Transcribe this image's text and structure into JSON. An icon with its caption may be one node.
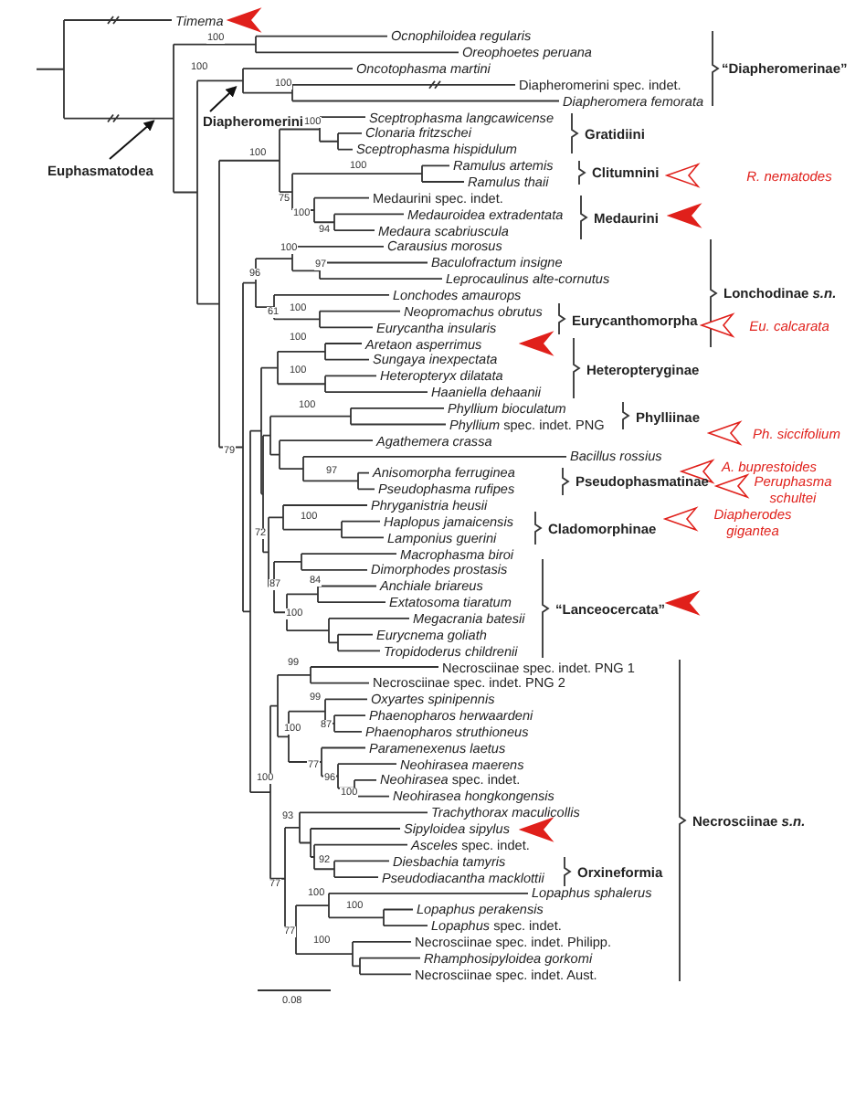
{
  "diagram": {
    "nodes": [
      {
        "text": [
          "Euphasmatodea"
        ]
      },
      {
        "text": [
          "Diapheromerini"
        ]
      }
    ],
    "edges": [
      {
        "from": 0,
        "to": null,
        "arrow": "to"
      },
      {
        "from": 1,
        "to": null,
        "arrow": "to"
      }
    ],
    "labels": [
      "Timema",
      "Ocnophiloidea regularis",
      "Oreophoetes peruana",
      "Oncotophasma martini",
      "Diapheromerini spec. indet.",
      "Diapheromera femorata",
      "Sceptrophasma langcawicense",
      "Clonaria fritzschei",
      "Sceptrophasma hispidulum",
      "Ramulus artemis",
      "Ramulus thaii",
      "Medaurini spec. indet.",
      "Medauroidea extradentata",
      "Medaura scabriuscula",
      "Carausius morosus",
      "Baculofractum insigne",
      "Leprocaulinus alte-cornutus",
      "Lonchodes amaurops",
      "Neopromachus obrutus",
      "Eurycantha insularis",
      "Aretaon asperrimus",
      "Sungaya inexpectata",
      "Heteropteryx dilatata",
      "Haaniella dehaanii",
      "Phyllium bioculatum",
      "*Phyllium* spec. indet. PNG",
      "Agathemera crassa",
      "Bacillus rossius",
      "Anisomorpha ferruginea",
      "Pseudophasma rufipes",
      "Phryganistria heusii",
      "Haplopus jamaicensis",
      "Lamponius guerini",
      "Macrophasma biroi",
      "Dimorphodes prostasis",
      "Anchiale briareus",
      "Extatosoma tiaratum",
      "Megacrania batesii",
      "Eurycnema goliath",
      "Tropidoderus childrenii",
      "Necrosciinae spec. indet. PNG 1",
      "Necrosciinae spec. indet. PNG 2",
      "Oxyartes spinipennis",
      "Phaenopharos herwaardeni",
      "Phaenopharos struthioneus",
      "Paramenexenus laetus",
      "Neohirasea maerens",
      "*Neohirasea* spec. indet.",
      "Neohirasea hongkongensis",
      "Trachythorax maculicollis",
      "Sipyloidea sipylus",
      "*Asceles* spec. indet.",
      "Diesbachia tamyris",
      "Pseudodiacantha macklottii",
      "Lopaphus sphalerus",
      "Lopaphus perakensis",
      "*Lopaphus* spec. indet.",
      "Necrosciinae spec. indet. Philipp.",
      "Rhamphosipyloidea gorkomi",
      "Necrosciinae spec. indet. Aust.",
      "“Diapheromerinae”",
      "Gratidiini",
      "Clitumnini",
      "Medaurini",
      "Lonchodinae *s.n.*",
      "Eurycanthomorpha",
      "Heteropteryginae",
      "Phylliinae",
      "Pseudophasmatinae",
      "Cladomorphinae",
      "“Lanceocercata”",
      "Necrosciinae *s.n.*",
      "Orxineformia",
      "R. nematodes",
      "Eu. calcarata",
      "Ph. siccifolium",
      "A. buprestoides",
      "Peruphasma schultei",
      "Diapherodes gigantea",
      "100",
      "100",
      "100",
      "100",
      "100",
      "100",
      "75",
      "100",
      "94",
      "100",
      "97",
      "96",
      "61",
      "100",
      "100",
      "100",
      "100",
      "79",
      "97",
      "100",
      "72",
      "87",
      "84",
      "100",
      "99",
      "99",
      "100",
      "87",
      "77",
      "96",
      "100",
      "100",
      "93",
      "92",
      "77",
      "100",
      "100",
      "77",
      "100",
      "0.08"
    ]
  }
}
